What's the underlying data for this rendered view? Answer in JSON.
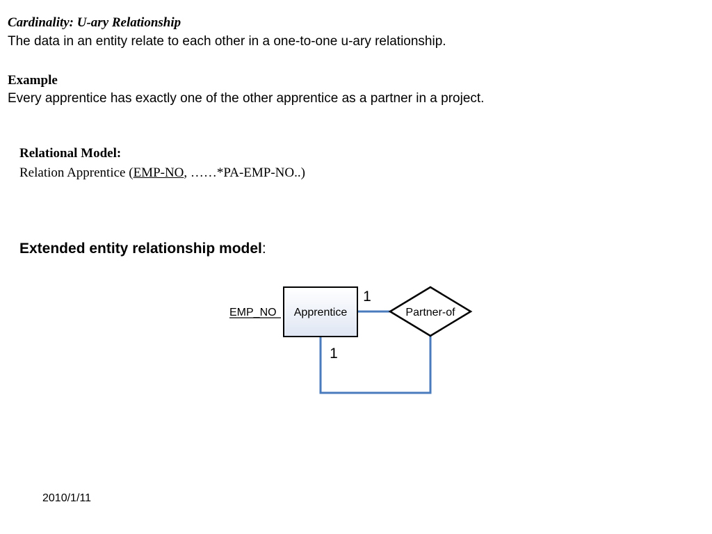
{
  "heading": {
    "title": "Cardinality: U-ary Relationship",
    "description": "The data in an entity relate to each other in a one-to-one u-ary relationship."
  },
  "example": {
    "title": "Example",
    "description": "Every apprentice has exactly one of the other apprentice as a partner in a project."
  },
  "relational_model": {
    "title": "Relational Model:",
    "prefix": "Relation Apprentice (",
    "primary_key": "EMP-NO",
    "suffix": ", ……*PA-EMP-NO..)"
  },
  "eer": {
    "title": "Extended entity relationship model",
    "colon": ":"
  },
  "diagram": {
    "entity_label": "Apprentice",
    "attribute_label": "EMP_NO",
    "relationship_label": "Partner-of",
    "cardinality_top": "1",
    "cardinality_bottom": "1",
    "line_color": "#4a7bbd",
    "entity_fill_top": "#ffffff",
    "entity_fill_bottom": "#dfe6f3"
  },
  "footer": {
    "date": "2010/1/11"
  }
}
